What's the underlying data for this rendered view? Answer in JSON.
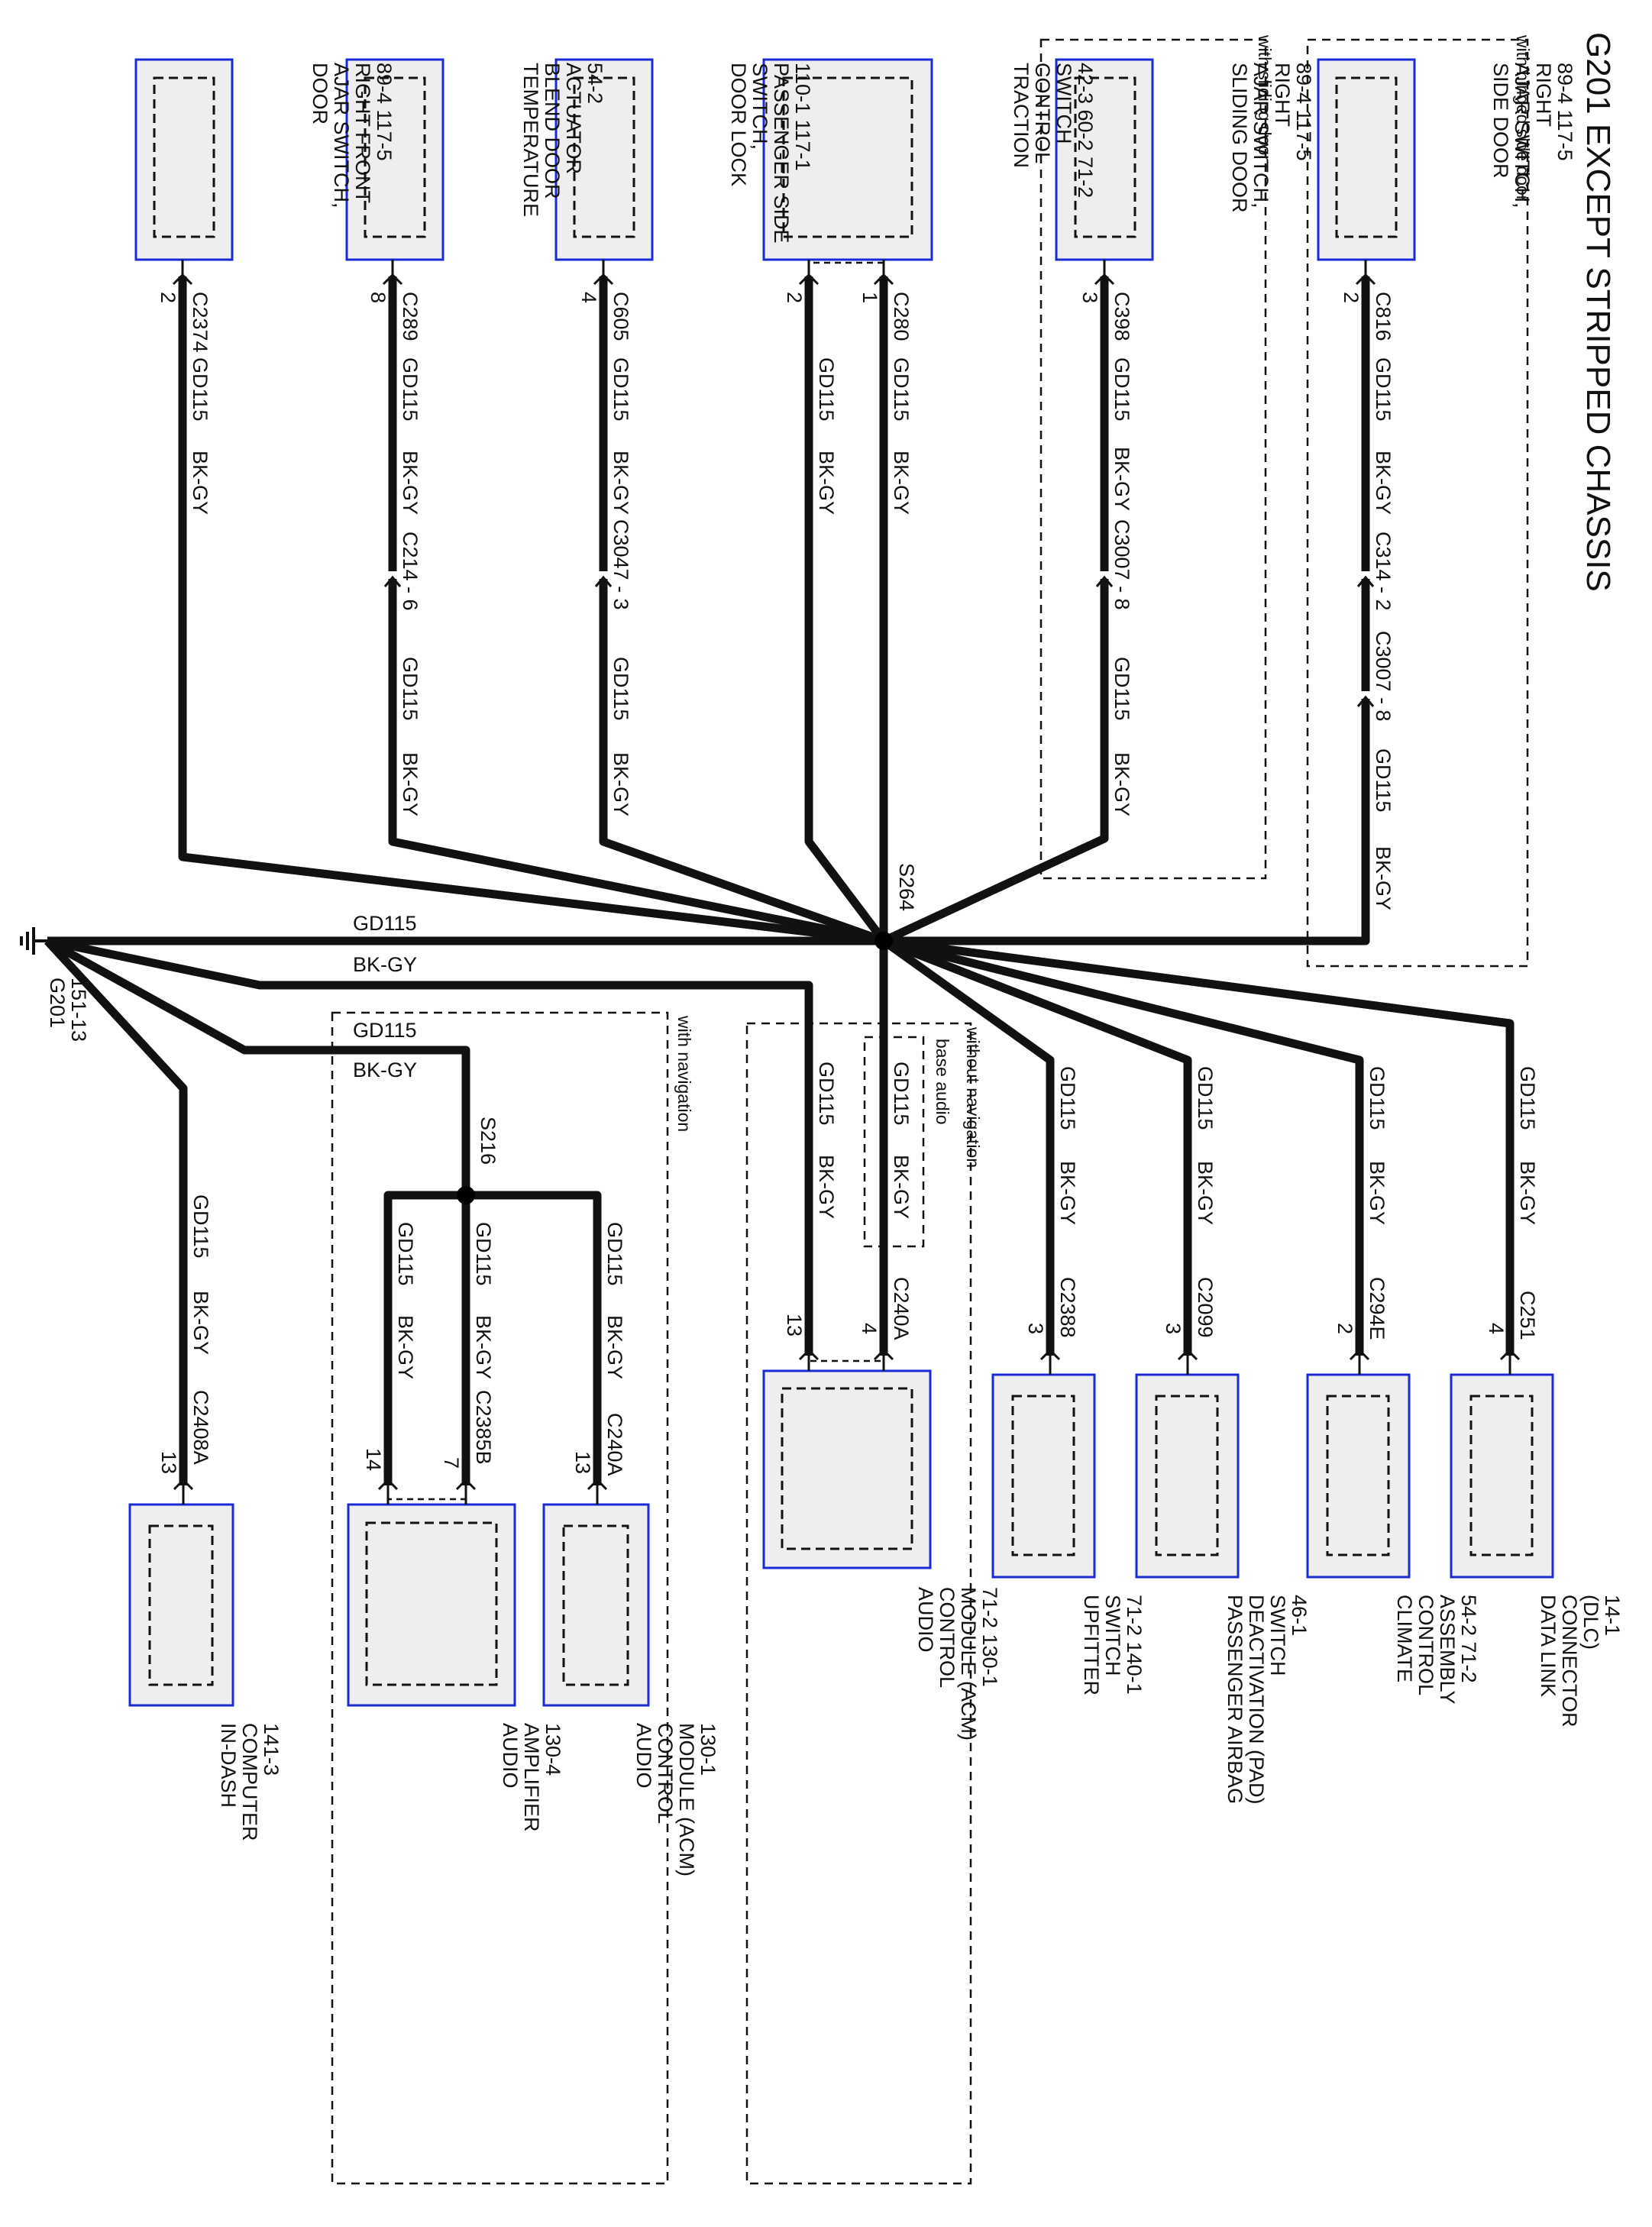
{
  "title": "G201 EXCEPT STRIPPED CHASSIS",
  "wire": {
    "circuit": "GD115",
    "color": "BK-GY"
  },
  "splices": {
    "main": "S264",
    "nav": "S216"
  },
  "ground": {
    "name": "G201",
    "ref": "151-13"
  },
  "groups": {
    "hinged": "with hinged side door",
    "sliding": "with sliding door",
    "navigation": "with navigation",
    "without_navigation": "without navigation",
    "base_audio": "base audio"
  },
  "top_components": [
    {
      "id": "side-door-ajar",
      "lines": [
        "SIDE DOOR",
        "AJAR SWITCH,",
        "RIGHT",
        "89-4    117-5"
      ],
      "connector": "C816",
      "pin": "2",
      "inline": [
        "C314 - 2",
        "C3007 - 8"
      ]
    },
    {
      "id": "sliding-door-ajar",
      "lines": [
        "SLIDING DOOR",
        "AJAR SWITCH,",
        "RIGHT",
        "89-4    117-5"
      ],
      "connector": "C398",
      "pin": "3",
      "inline": [
        "C3007 - 8"
      ]
    },
    {
      "id": "traction-control",
      "lines": [
        "TRACTION",
        "CONTROL",
        "SWITCH",
        "42-3   60-2   71-2"
      ],
      "connector": "C280",
      "pins": [
        "1",
        "2"
      ]
    },
    {
      "id": "door-lock-switch",
      "lines": [
        "DOOR LOCK",
        "SWITCH,",
        "PASSENGER SIDE",
        "110-1      117-1"
      ],
      "connector": "C605",
      "pin": "4",
      "inline": [
        "C3047 - 3"
      ]
    },
    {
      "id": "temp-blend",
      "lines": [
        "TEMPERATURE",
        "BLEND DOOR",
        "ACTUATOR",
        "54-2"
      ],
      "connector": "C289",
      "pin": "8",
      "inline": [
        "C214 - 6"
      ]
    },
    {
      "id": "door-ajar-rf",
      "lines": [
        "DOOR",
        "AJAR SWITCH,",
        "RIGHT FRONT",
        "89-4    117-5"
      ],
      "connector": "C2374",
      "pin": "2"
    }
  ],
  "bottom_components": [
    {
      "id": "dlc",
      "lines": [
        "DATA LINK",
        "CONNECTOR",
        "(DLC)",
        "14-1"
      ],
      "connector": "C251",
      "pin": "4"
    },
    {
      "id": "climate",
      "lines": [
        "CLIMATE",
        "CONTROL",
        "ASSEMBLY",
        "54-2    71-2"
      ],
      "connector": "C294E",
      "pin": "2"
    },
    {
      "id": "pad-switch",
      "lines": [
        "PASSENGER AIRBAG",
        "DEACTIVATION (PAD)",
        "SWITCH",
        "46-1"
      ],
      "connector": "C2099",
      "pin": "3"
    },
    {
      "id": "upfitter",
      "lines": [
        "UPFITTER",
        "SWITCH",
        "71-2         140-1"
      ],
      "connector": "C2388",
      "pin": "3"
    },
    {
      "id": "acm-base",
      "lines": [
        "AUDIO",
        "CONTROL",
        "MODULE (ACM)",
        "71-2    130-1"
      ],
      "connector": "C240A",
      "pins": [
        "4",
        "13"
      ]
    },
    {
      "id": "acm-nav",
      "lines": [
        "AUDIO",
        "CONTROL",
        "MODULE (ACM)",
        "130-1"
      ],
      "connector": "C240A",
      "pin": "13"
    },
    {
      "id": "amplifier",
      "lines": [
        "AUDIO",
        "AMPLIFIER",
        "130-4"
      ],
      "connector": "C2385B",
      "pins": [
        "7",
        "14"
      ]
    },
    {
      "id": "in-dash",
      "lines": [
        "IN-DASH",
        "COMPUTER",
        "141-3"
      ],
      "connector": "C2408A",
      "pin": "13"
    }
  ]
}
